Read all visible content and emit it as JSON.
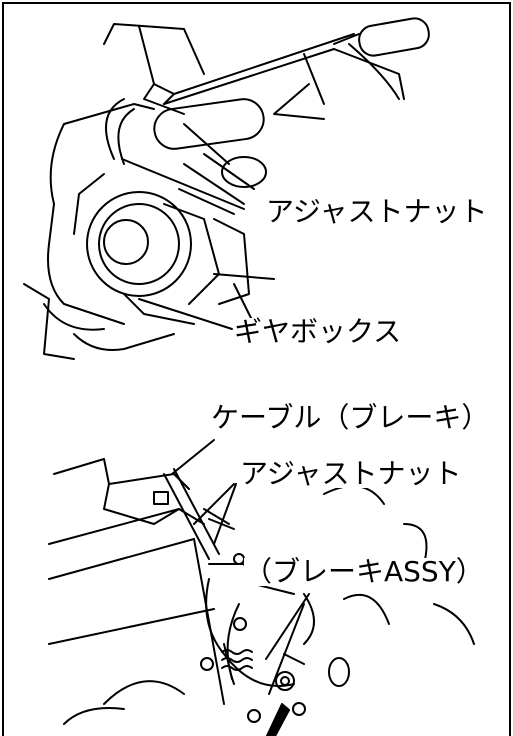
{
  "top_figure": {
    "callout_1": "アジャストナット",
    "callout_2": "ギヤボックス"
  },
  "bottom_figure": {
    "callout_1": "ケーブル（ブレーキ）",
    "callout_2": "アジャストナット",
    "callout_3": "（ブレーキASSY）"
  },
  "colors": {
    "line": "#000000",
    "background": "#ffffff"
  }
}
